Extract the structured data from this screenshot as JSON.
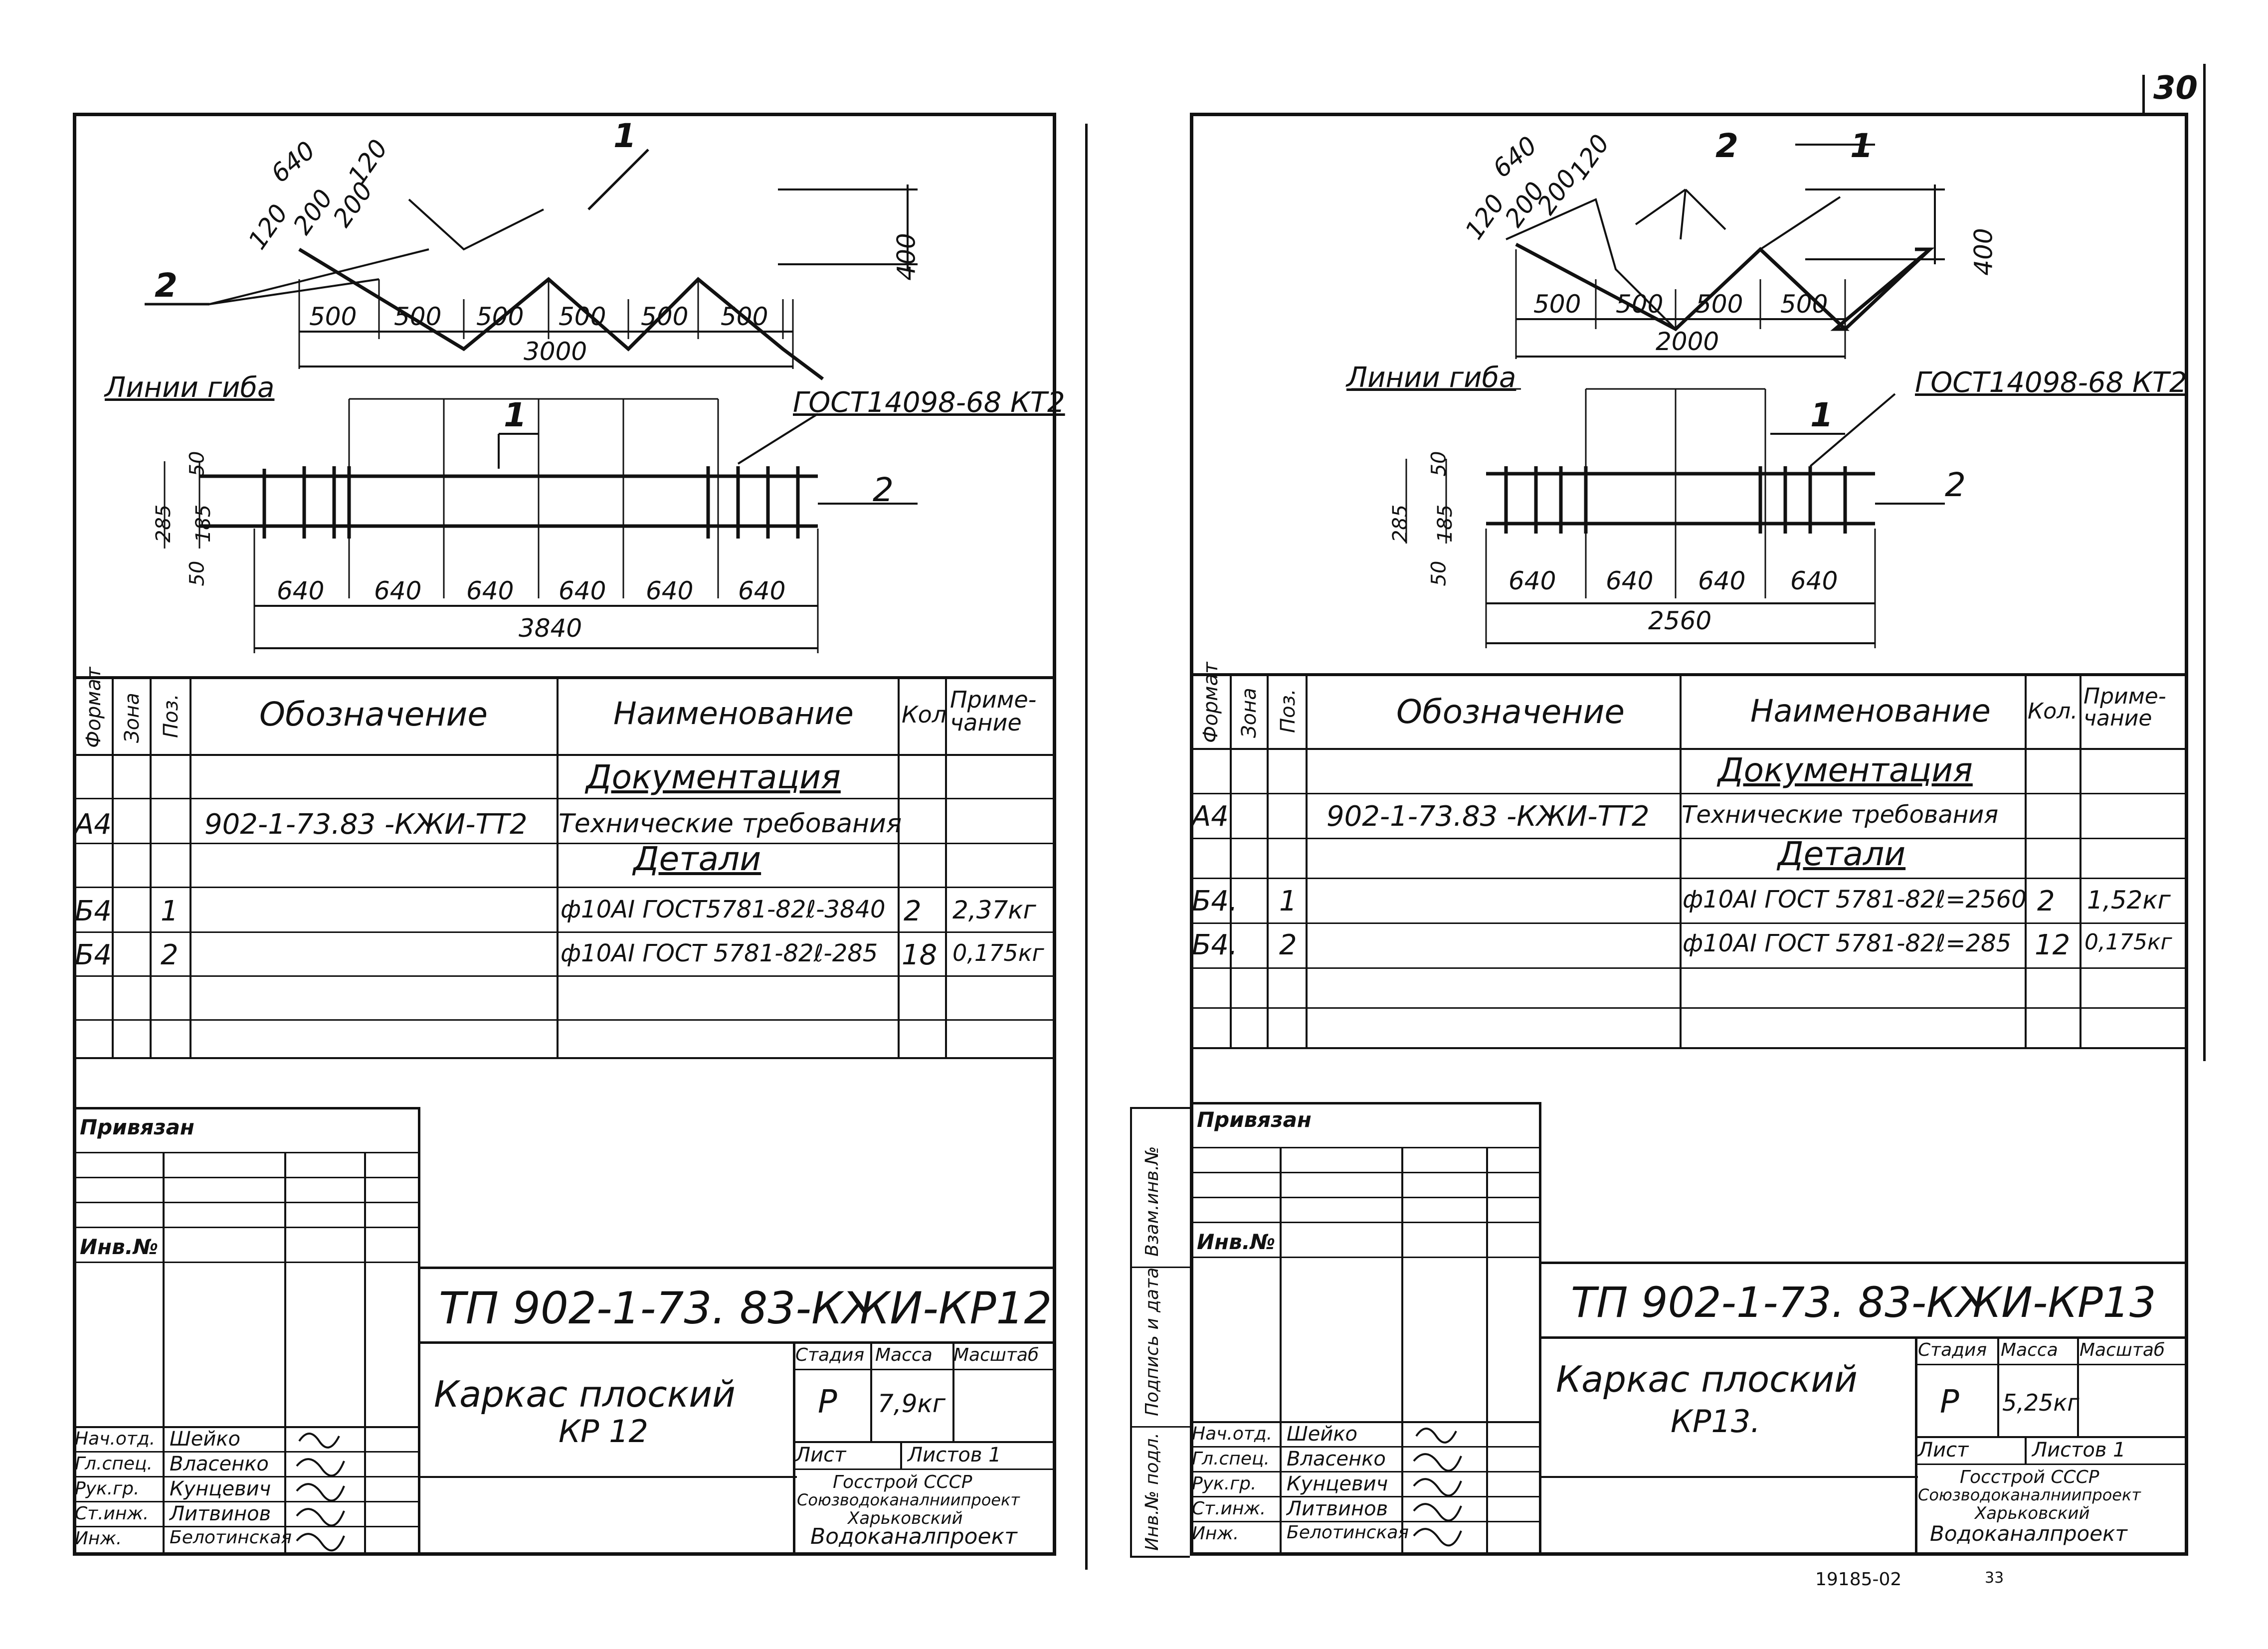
{
  "page_number": "30",
  "archive_number": "19185-02",
  "archive_suffix": "33",
  "sheet_left": {
    "drawing": {
      "pitch_labels": [
        "640",
        "120",
        "200",
        "200",
        "120"
      ],
      "height": "400",
      "spacing_labels": [
        "500",
        "500",
        "500",
        "500",
        "500",
        "500"
      ],
      "total_length": "3000",
      "position_1": "1",
      "position_2": "2",
      "bend_lines_label": "Линии гиба",
      "gost_label": "ГОСТ14098-68 КТ2",
      "plan_dims": [
        "50",
        "185",
        "285",
        "50"
      ],
      "plan_spacing": [
        "640",
        "640",
        "640",
        "640",
        "640",
        "640"
      ],
      "plan_total": "3840"
    },
    "spec": {
      "headers": {
        "format": "Формат",
        "zone": "Зона",
        "pos": "Поз.",
        "designation": "Обозначение",
        "name": "Наименование",
        "qty": "Кол",
        "note": "Приме-чание"
      },
      "section_doc": "Документация",
      "section_parts": "Детали",
      "rows": [
        {
          "format": "A4",
          "zone": "",
          "pos": "",
          "designation": "902-1-73.83 -КЖИ-ТТ2",
          "name": "Технические требования",
          "qty": "",
          "note": ""
        },
        {
          "format": "Б4",
          "zone": "",
          "pos": "1",
          "designation": "",
          "name": "ф10AI ГОСТ5781-82ℓ-3840",
          "qty": "2",
          "note": "2,37кг"
        },
        {
          "format": "Б4",
          "zone": "",
          "pos": "2",
          "designation": "",
          "name": "ф10AI ГОСТ 5781-82ℓ-285",
          "qty": "18",
          "note": "0,175кг"
        }
      ]
    },
    "stamp": {
      "privyazan": "Привязан",
      "inv_no": "Инв.№",
      "doc_code": "ТП 902-1-73. 83-КЖИ-КР12",
      "title": "Каркас плоский",
      "title2": "КР 12",
      "stage_header": "Стадия",
      "mass_header": "Масса",
      "scale_header": "Масштаб",
      "stage": "Р",
      "mass": "7,9кг",
      "scale": "",
      "sheet_label": "Лист",
      "sheets_label": "Листов 1",
      "org1": "Госстрой СССР",
      "org2": "Союзводоканалниипроект",
      "org3": "Харьковский",
      "org4": "Водоканалпроект",
      "roles": [
        {
          "role": "Нач.отд.",
          "name": "Шейко"
        },
        {
          "role": "Гл.спец.",
          "name": "Власенко"
        },
        {
          "role": "Рук.гр.",
          "name": "Кунцевич"
        },
        {
          "role": "Ст.инж.",
          "name": "Литвинов"
        },
        {
          "role": "Инж.",
          "name": "Белотинская"
        }
      ]
    }
  },
  "sheet_right": {
    "drawing": {
      "pitch_labels": [
        "640",
        "120",
        "200",
        "200",
        "120"
      ],
      "height": "400",
      "spacing_labels": [
        "500",
        "500",
        "500",
        "500"
      ],
      "total_length": "2000",
      "position_1": "1",
      "position_2": "2",
      "bend_lines_label": "Линии гиба",
      "gost_label": "ГОСТ14098-68 КТ2",
      "plan_dims": [
        "50",
        "185",
        "285",
        "50"
      ],
      "plan_spacing": [
        "640",
        "640",
        "640",
        "640"
      ],
      "plan_total": "2560"
    },
    "spec": {
      "headers": {
        "format": "Формат",
        "zone": "Зона",
        "pos": "Поз.",
        "designation": "Обозначение",
        "name": "Наименование",
        "qty": "Кол.",
        "note": "Приме-чание"
      },
      "section_doc": "Документация",
      "section_parts": "Детали",
      "rows": [
        {
          "format": "A4",
          "zone": "",
          "pos": "",
          "designation": "902-1-73.83 -КЖИ-ТТ2",
          "name": "Технические требования",
          "qty": "",
          "note": ""
        },
        {
          "format": "Б4.",
          "zone": "",
          "pos": "1",
          "designation": "",
          "name": "ф10AI ГОСТ 5781-82ℓ=2560",
          "qty": "2",
          "note": "1,52кг"
        },
        {
          "format": "Б4.",
          "zone": "",
          "pos": "2",
          "designation": "",
          "name": "ф10AI ГОСТ 5781-82ℓ=285",
          "qty": "12",
          "note": "0,175кг"
        }
      ]
    },
    "side_labels": [
      "Взам.инв.№",
      "Подпись и дата",
      "Инв.№ подл."
    ],
    "stamp": {
      "privyazan": "Привязан",
      "inv_no": "Инв.№",
      "doc_code": "ТП 902-1-73. 83-КЖИ-КР13",
      "title": "Каркас плоский",
      "title2": "КР13.",
      "stage_header": "Стадия",
      "mass_header": "Масса",
      "scale_header": "Масштаб",
      "stage": "Р",
      "mass": "5,25кг",
      "scale": "",
      "sheet_label": "Лист",
      "sheets_label": "Листов 1",
      "org1": "Госстрой СССР",
      "org2": "Союзводоканалниипроект",
      "org3": "Харьковский",
      "org4": "Водоканалпроект",
      "roles": [
        {
          "role": "Нач.отд.",
          "name": "Шейко"
        },
        {
          "role": "Гл.спец.",
          "name": "Власенко"
        },
        {
          "role": "Рук.гр.",
          "name": "Кунцевич"
        },
        {
          "role": "Ст.инж.",
          "name": "Литвинов"
        },
        {
          "role": "Инж.",
          "name": "Белотинская"
        }
      ]
    }
  }
}
